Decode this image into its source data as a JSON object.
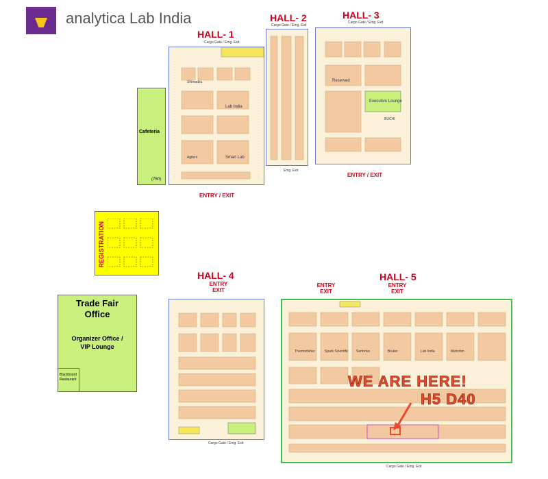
{
  "header": {
    "brand": "analytica Lab India",
    "logo_icon": "analytica-logo-icon"
  },
  "halls": {
    "h1": {
      "title": "HALL- 1",
      "top_label": "Cargo Gate / Emg. Exit",
      "bottom_label": "ENTRY / EXIT",
      "stands": [
        "Lab India",
        "Smart Lab",
        "Shimadzu",
        "Agilent"
      ]
    },
    "h2": {
      "title": "HALL- 2",
      "top_label": "Cargo Gate / Emg. Exit",
      "bottom_label": "Emg. Exit"
    },
    "h3": {
      "title": "HALL- 3",
      "top_label": "Cargo Gate / Emg. Exit",
      "bottom_label": "ENTRY / EXIT",
      "stands": [
        "Reserved",
        "Executive Lounge",
        "BUCHI"
      ]
    },
    "h4": {
      "title": "HALL- 4",
      "top_label": "ENTRY EXIT",
      "bottom_label": "Cargo Gate / Emg. Exit"
    },
    "h5": {
      "title": "HALL- 5",
      "entries": [
        "ENTRY EXIT",
        "ENTRY EXIT"
      ],
      "bottom_label": "Cargo Gate / Emg. Exit",
      "stands": [
        "Thermofisher",
        "Spark Scientific",
        "Sartorius",
        "Bruker",
        "Lab India",
        "Metrohm"
      ]
    }
  },
  "cafeteria": {
    "label": "Cafeteria",
    "capacity": "(750)"
  },
  "registration": {
    "label": "REGISTRATION"
  },
  "office": {
    "title_line1": "Trade Fair",
    "title_line2": "Office",
    "sub_line1": "Organizer Office /",
    "sub_line2": "VIP Lounge",
    "restaurant": "Blackboard Restaurant"
  },
  "annotation": {
    "line1": "WE ARE HERE!",
    "line2": "H5 D40"
  },
  "colors": {
    "accent": "#d0021b",
    "hall_fill": "#fbf1d8",
    "hall5_border": "#3fbf4f",
    "callout": "#e8492a",
    "green_zone": "#c9ef7d",
    "registration": "#ffff00"
  }
}
